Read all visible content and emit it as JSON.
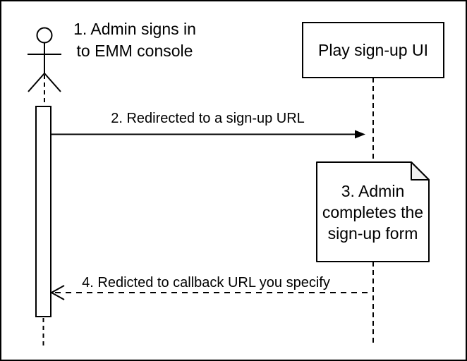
{
  "colors": {
    "stroke": "#000000",
    "shape_fill": "#ffffff",
    "note_fold_fill": "#f0f0f0"
  },
  "actor": {
    "label": {
      "line1": "1. Admin signs in",
      "line2": "to EMM console"
    }
  },
  "play_ui": {
    "label": "Play sign-up UI"
  },
  "note": {
    "line1": "3. Admin",
    "line2": "completes the",
    "line3": "sign-up form"
  },
  "messages": {
    "signup_redirect": {
      "label": "2. Redirected to a sign-up URL",
      "style": "solid",
      "direction": "right"
    },
    "callback_redirect": {
      "label": "4. Redicted to callback URL you specify",
      "style": "dashed",
      "direction": "left"
    }
  }
}
